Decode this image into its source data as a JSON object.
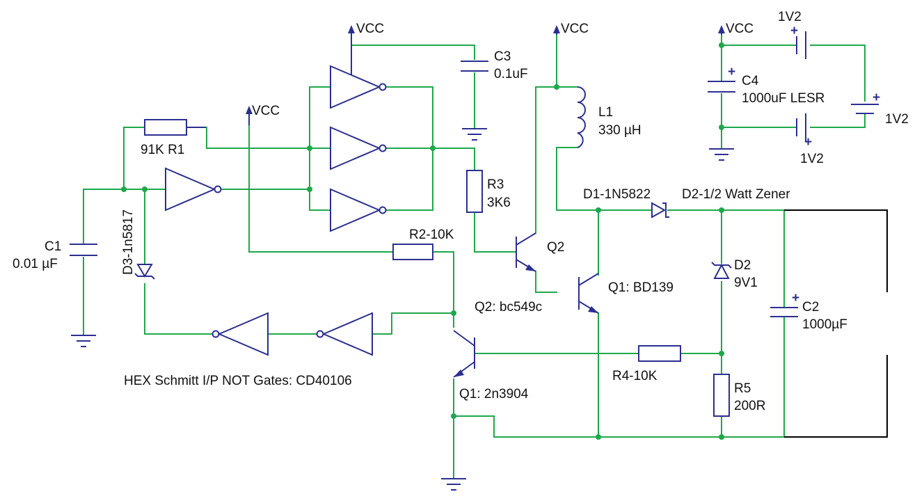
{
  "colors": {
    "wire": "#1ea84a",
    "component": "#2b2f8f",
    "output_wire": "#000000",
    "background": "#ffffff"
  },
  "supply": {
    "vcc_label": "VCC",
    "cell_label": "1V2",
    "plus_sign": "+"
  },
  "components": {
    "c1": {
      "name": "C1",
      "value": "0.01 µF"
    },
    "c2": {
      "name": "C2",
      "value": "1000µF"
    },
    "c3": {
      "name": "C3",
      "value": "0.1uF"
    },
    "c4": {
      "name": "C4",
      "value": "1000uF LESR"
    },
    "r1": {
      "label": "91K  R1"
    },
    "r2": {
      "label": "R2-10K"
    },
    "r3": {
      "name": "R3",
      "value": "3K6"
    },
    "r4": {
      "label": "R4-10K"
    },
    "r5": {
      "name": "R5",
      "value": "200R"
    },
    "l1": {
      "name": "L1",
      "value": "330 µH"
    },
    "d1": {
      "label": "D1-1N5822"
    },
    "d2": {
      "name": "D2",
      "value": "9V1",
      "title": "D2-1/2 Watt Zener"
    },
    "d3": {
      "label": "D3-1n5817"
    },
    "q1_bd139": {
      "label": "Q1: BD139"
    },
    "q2_ref": {
      "label": "Q2"
    },
    "q2_bc549c": {
      "label": "Q2: bc549c"
    },
    "q1_2n3904": {
      "label": "Q1: 2n3904"
    }
  },
  "gates_note": "HEX Schmitt I/P NOT Gates: CD40106"
}
